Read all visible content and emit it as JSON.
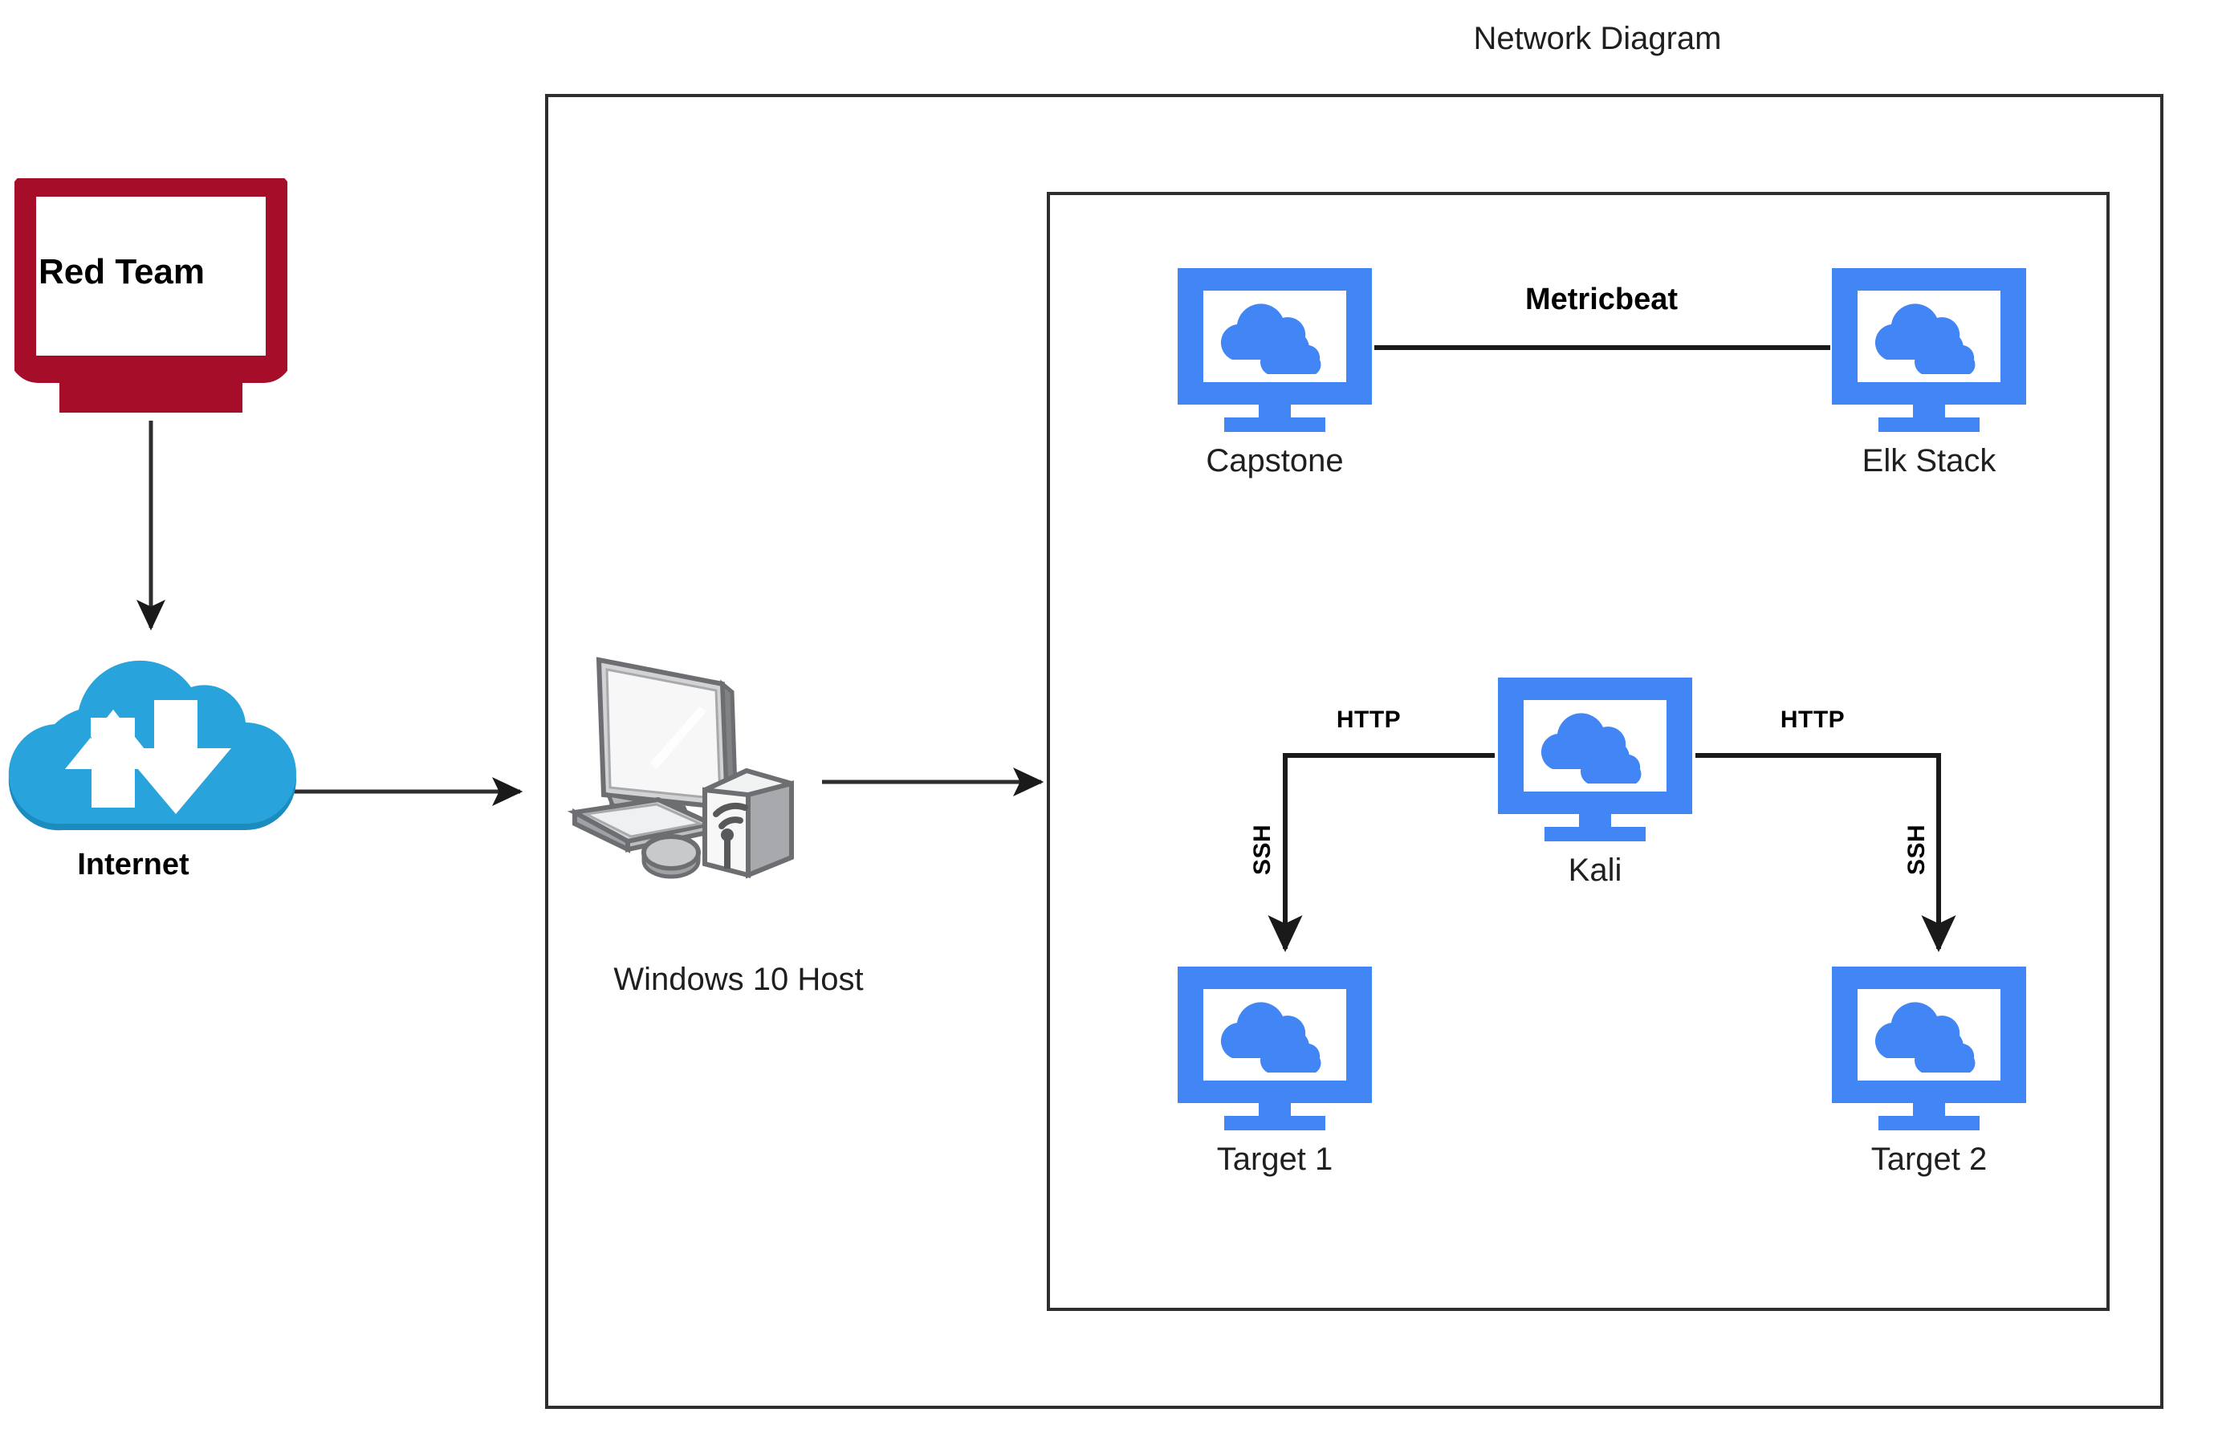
{
  "diagram": {
    "title": "Network Diagram",
    "colors": {
      "red_team": "#A50D29",
      "internet_cloud": "#29A3DB",
      "vm_blue": "#4285F4",
      "host_gray": "#808285",
      "line": "#2e2e2e",
      "box_border": "#2e2e2e",
      "background": "#ffffff"
    },
    "outer_zone": {
      "label": ""
    },
    "inner_zone": {
      "label": ""
    },
    "nodes": [
      {
        "id": "red-team",
        "label": "Red Team",
        "icon": "monitor-icon",
        "label_position": "inside-screen"
      },
      {
        "id": "internet",
        "label": "Internet",
        "icon": "cloud-arrows-icon",
        "label_position": "below"
      },
      {
        "id": "windows-host",
        "label": "Windows 10 Host",
        "icon": "desktop-computer-icon",
        "label_position": "below"
      },
      {
        "id": "capstone",
        "label": "Capstone",
        "icon": "cloud-monitor-icon",
        "label_position": "below"
      },
      {
        "id": "elk-stack",
        "label": "Elk Stack",
        "icon": "cloud-monitor-icon",
        "label_position": "below"
      },
      {
        "id": "kali",
        "label": "Kali",
        "icon": "cloud-monitor-icon",
        "label_position": "below"
      },
      {
        "id": "target-1",
        "label": "Target 1",
        "icon": "cloud-monitor-icon",
        "label_position": "below"
      },
      {
        "id": "target-2",
        "label": "Target 2",
        "icon": "cloud-monitor-icon",
        "label_position": "below"
      }
    ],
    "edges": [
      {
        "id": "red-to-internet",
        "from": "red-team",
        "to": "internet",
        "label": "",
        "arrow": true,
        "direction": "down"
      },
      {
        "id": "internet-to-zone",
        "from": "internet",
        "to": "outer-zone",
        "label": "",
        "arrow": true,
        "direction": "right"
      },
      {
        "id": "host-to-inner-zone",
        "from": "windows-host",
        "to": "inner-zone",
        "label": "",
        "arrow": true,
        "direction": "right"
      },
      {
        "id": "capstone-to-elk",
        "from": "capstone",
        "to": "elk-stack",
        "label": "Metricbeat",
        "arrow": false,
        "direction": "right"
      },
      {
        "id": "kali-to-target1-http",
        "from": "kali",
        "to": "target-1",
        "label": "HTTP",
        "arrow": false,
        "direction": "left"
      },
      {
        "id": "kali-to-target1-ssh",
        "from": "kali",
        "to": "target-1",
        "label": "SSH",
        "arrow": true,
        "direction": "down"
      },
      {
        "id": "kali-to-target2-http",
        "from": "kali",
        "to": "target-2",
        "label": "HTTP",
        "arrow": false,
        "direction": "right"
      },
      {
        "id": "kali-to-target2-ssh",
        "from": "kali",
        "to": "target-2",
        "label": "SSH",
        "arrow": true,
        "direction": "down"
      }
    ],
    "edge_labels": {
      "metricbeat": "Metricbeat",
      "http_left": "HTTP",
      "http_right": "HTTP",
      "ssh_left": "SSH",
      "ssh_right": "SSH"
    }
  }
}
